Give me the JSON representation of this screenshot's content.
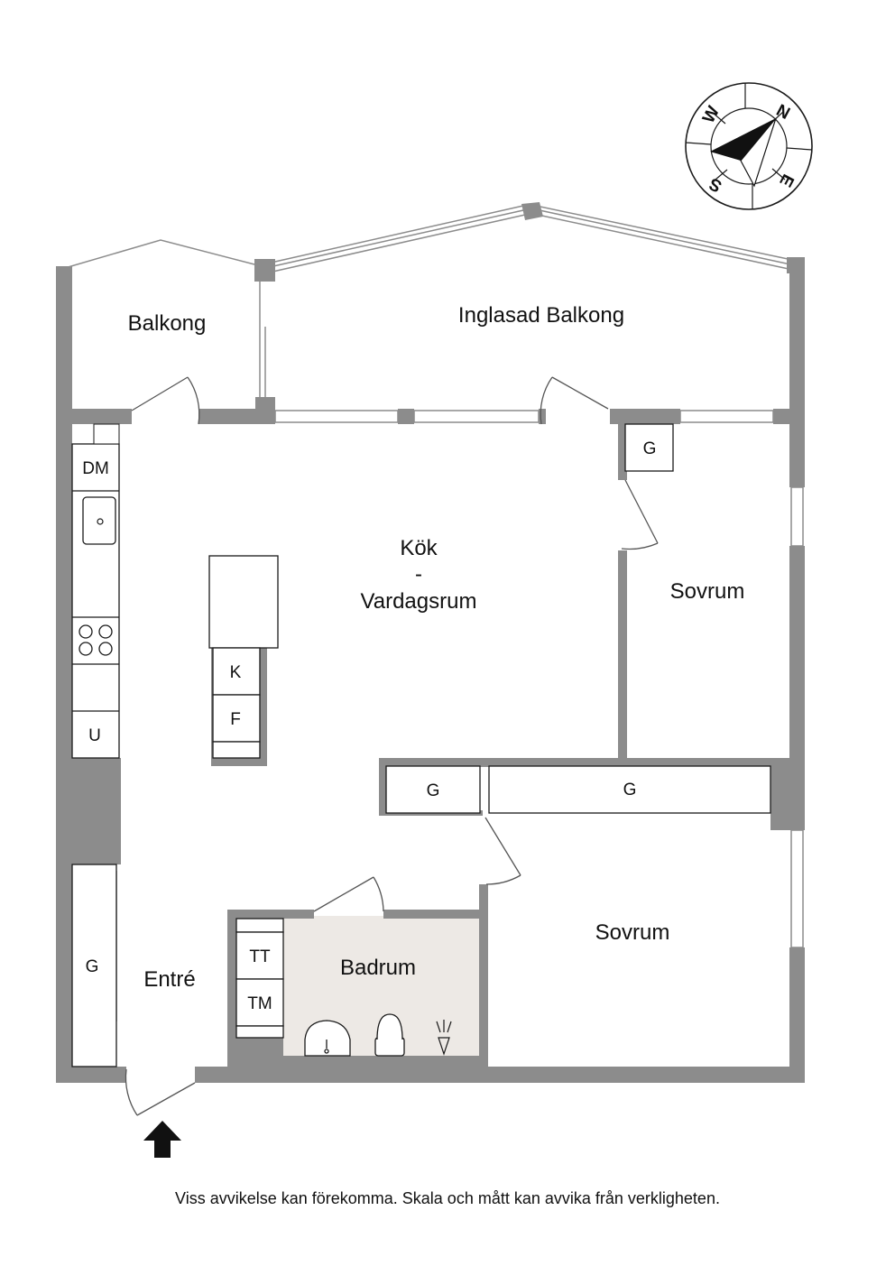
{
  "rooms": {
    "balkong": "Balkong",
    "inglasad_balkong": "Inglasad Balkong",
    "kok": "Kök",
    "dash": "-",
    "vardagsrum": "Vardagsrum",
    "sovrum_1": "Sovrum",
    "sovrum_2": "Sovrum",
    "badrum": "Badrum",
    "entre": "Entré"
  },
  "fixtures": {
    "dm": "DM",
    "u": "U",
    "k": "K",
    "f": "F",
    "g_sovrum": "G",
    "g_hall_small": "G",
    "g_hall_large": "G",
    "g_entre": "G",
    "tt": "TT",
    "tm": "TM"
  },
  "compass": {
    "n": "N",
    "e": "E",
    "s": "S",
    "w": "W"
  },
  "disclaimer": "Viss avvikelse kan förekomma. Skala och mått kan avvika från verkligheten.",
  "colors": {
    "wall": "#8c8c8c",
    "bathroom_floor": "#ede9e5",
    "line": "#1a1a1a"
  }
}
